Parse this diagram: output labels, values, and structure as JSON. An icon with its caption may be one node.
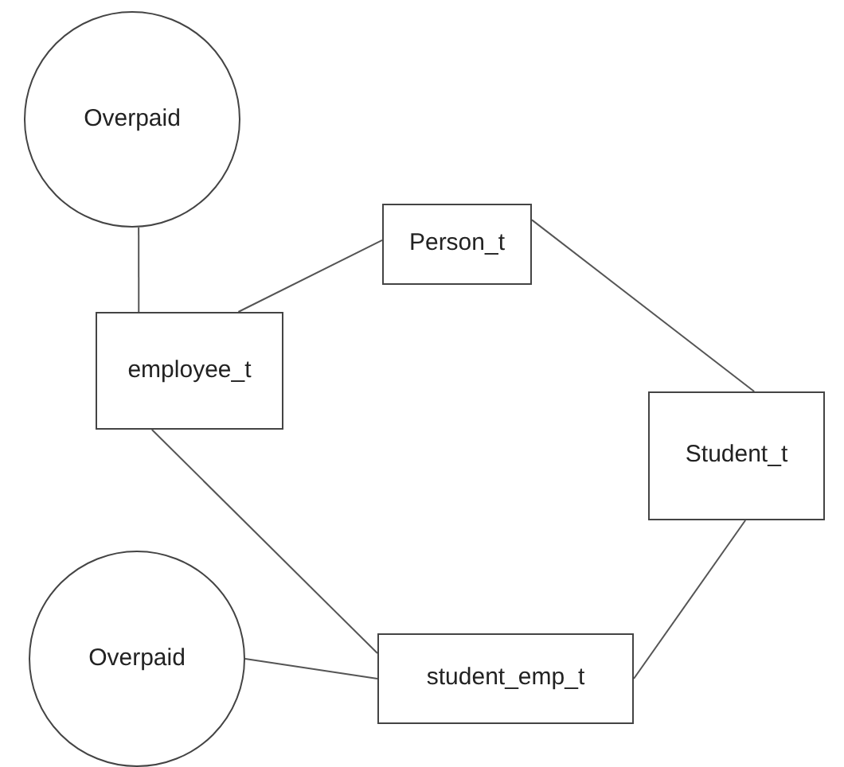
{
  "diagram": {
    "nodes": [
      {
        "text": [
          "Overpaid"
        ]
      },
      {
        "text": [
          "Person_t"
        ]
      },
      {
        "text": [
          "employee_t"
        ]
      },
      {
        "text": [
          "Student_t"
        ]
      },
      {
        "text": [
          "student_emp_t"
        ]
      },
      {
        "text": [
          "Overpaid"
        ]
      }
    ],
    "edges": [
      {
        "from": 0,
        "to": 2,
        "arrow": "none"
      },
      {
        "from": 2,
        "to": 1,
        "arrow": "none"
      },
      {
        "from": 1,
        "to": 3,
        "arrow": "none"
      },
      {
        "from": 3,
        "to": 4,
        "arrow": "none"
      },
      {
        "from": 2,
        "to": 4,
        "arrow": "none"
      },
      {
        "from": 5,
        "to": 4,
        "arrow": "none"
      }
    ]
  }
}
